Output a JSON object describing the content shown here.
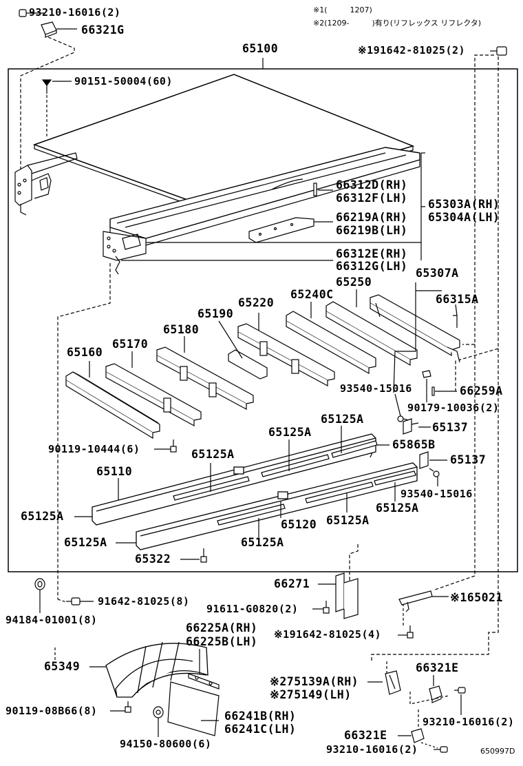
{
  "notes": {
    "note1": "※1(　　　1207)",
    "note2": "※2(1209-　　　)有り(リフレックス リフレクタ)"
  },
  "drawing_code": "650997D",
  "labels": {
    "p93210_top": "93210-16016(2)",
    "p66321G": "66321G",
    "p65100": "65100",
    "p91642_top": "※191642-81025(2)",
    "p90151": "90151-50004(60)",
    "p66312D": "66312D(RH)",
    "p66312F": "66312F(LH)",
    "p65303A": "65303A(RH)",
    "p65304A": "65304A(LH)",
    "p66219A": "66219A(RH)",
    "p66219B": "66219B(LH)",
    "p66312E": "66312E(RH)",
    "p66312G": "66312G(LH)",
    "p65307A": "65307A",
    "p65250": "65250",
    "p66315A": "66315A",
    "p65240C": "65240C",
    "p65220": "65220",
    "p65190": "65190",
    "p65180": "65180",
    "p65170": "65170",
    "p65160": "65160",
    "p93540_a": "93540-15016",
    "p66259A": "66259A",
    "p90179": "90179-10036(2)",
    "p65125A_1": "65125A",
    "p65137_a": "65137",
    "p65125A_2": "65125A",
    "p90119_10444": "90119-10444(6)",
    "p65865B": "65865B",
    "p65125A_3": "65125A",
    "p65137_b": "65137",
    "p65110": "65110",
    "p93540_b": "93540-15016",
    "p65125A_4": "65125A",
    "p65125A_5": "65125A",
    "p65120": "65120",
    "p65125A_6": "65125A",
    "p65125A_7": "65125A",
    "p65125A_8": "65125A",
    "p65322": "65322",
    "p66271": "66271",
    "p65021": "※165021",
    "p91642_8": "91642-81025(8)",
    "p91611": "91611-G0820(2)",
    "p94184": "94184-01001(8)",
    "p66225A": "66225A(RH)",
    "p66225B": "66225B(LH)",
    "p91642_4": "※191642-81025(4)",
    "p65349": "65349",
    "p66321E_a": "66321E",
    "p75139A": "※275139A(RH)",
    "p75149": "※275149(LH)",
    "p90119_08B66": "90119-08B66(8)",
    "p66241B": "66241B(RH)",
    "p66241C": "66241C(LH)",
    "p93210_b": "93210-16016(2)",
    "p94150": "94150-80600(6)",
    "p66321E_b": "66321E",
    "p93210_c": "93210-16016(2)"
  }
}
